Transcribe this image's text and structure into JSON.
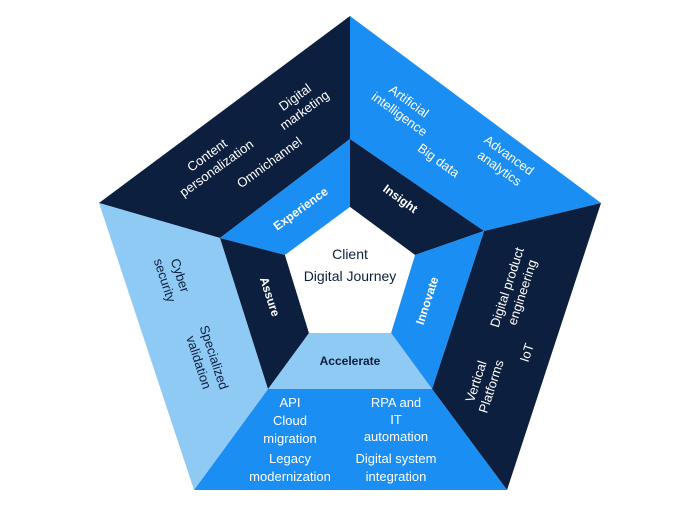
{
  "colors": {
    "navy": "#0d1f3e",
    "blue": "#1a8ef2",
    "light_blue": "#8fcaf5",
    "white": "#ffffff"
  },
  "center": {
    "line1": "Client",
    "line2": "Digital Journey"
  },
  "bands": {
    "experience": "Experience",
    "insight": "Insight",
    "innovate": "Innovate",
    "accelerate": "Accelerate",
    "assure": "Assure"
  },
  "segments": {
    "experience": {
      "digital_marketing": [
        "Digital",
        "marketing"
      ],
      "content_personalization": [
        "Content",
        "personalization"
      ],
      "omnichannel": "Omnichannel"
    },
    "insight": {
      "artificial_intelligence": [
        "Artificial",
        "intelligence"
      ],
      "big_data": "Big data",
      "advanced_analytics": [
        "Advanced",
        "analytics"
      ]
    },
    "innovate": {
      "digital_product_engineering": [
        "Digital product",
        "engineering"
      ],
      "iot": "IoT",
      "vertical_platforms": [
        "Vertical",
        "Platforms"
      ]
    },
    "accelerate": {
      "api": "API",
      "cloud_migration": [
        "Cloud",
        "migration"
      ],
      "legacy_modernization": [
        "Legacy",
        "modernization"
      ],
      "rpa_it_automation": [
        "RPA and",
        "IT",
        "automation"
      ],
      "digital_system_integration": [
        "Digital system",
        "integration"
      ]
    },
    "assure": {
      "cyber_security": [
        "Cyber",
        "security"
      ],
      "specialized_validation": [
        "Specialized",
        "validation"
      ]
    }
  }
}
